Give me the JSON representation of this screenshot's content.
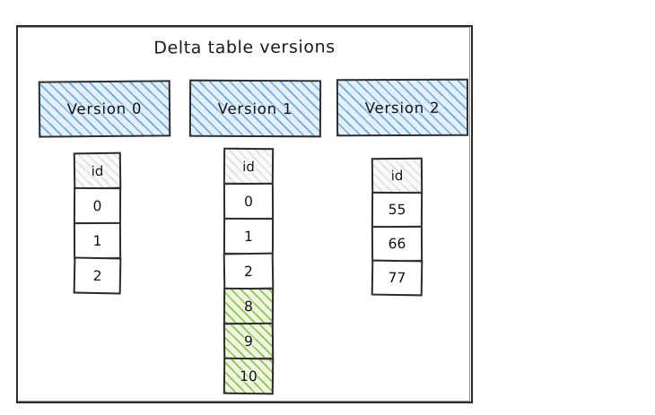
{
  "diagram": {
    "title": "Delta table versions",
    "frame_color": "#2b2b2b",
    "accent_blue": "#6aa9e0",
    "accent_green": "#8fc34a",
    "header_fill": "#d8d8d8",
    "versions": [
      {
        "label": "Version 0",
        "column_header": "id",
        "rows": [
          {
            "value": "0",
            "highlight": "none"
          },
          {
            "value": "1",
            "highlight": "none"
          },
          {
            "value": "2",
            "highlight": "none"
          }
        ]
      },
      {
        "label": "Version 1",
        "column_header": "id",
        "rows": [
          {
            "value": "0",
            "highlight": "none"
          },
          {
            "value": "1",
            "highlight": "none"
          },
          {
            "value": "2",
            "highlight": "none"
          },
          {
            "value": "8",
            "highlight": "green"
          },
          {
            "value": "9",
            "highlight": "green"
          },
          {
            "value": "10",
            "highlight": "green"
          }
        ]
      },
      {
        "label": "Version 2",
        "column_header": "id",
        "rows": [
          {
            "value": "55",
            "highlight": "none"
          },
          {
            "value": "66",
            "highlight": "none"
          },
          {
            "value": "77",
            "highlight": "none"
          }
        ]
      }
    ]
  }
}
